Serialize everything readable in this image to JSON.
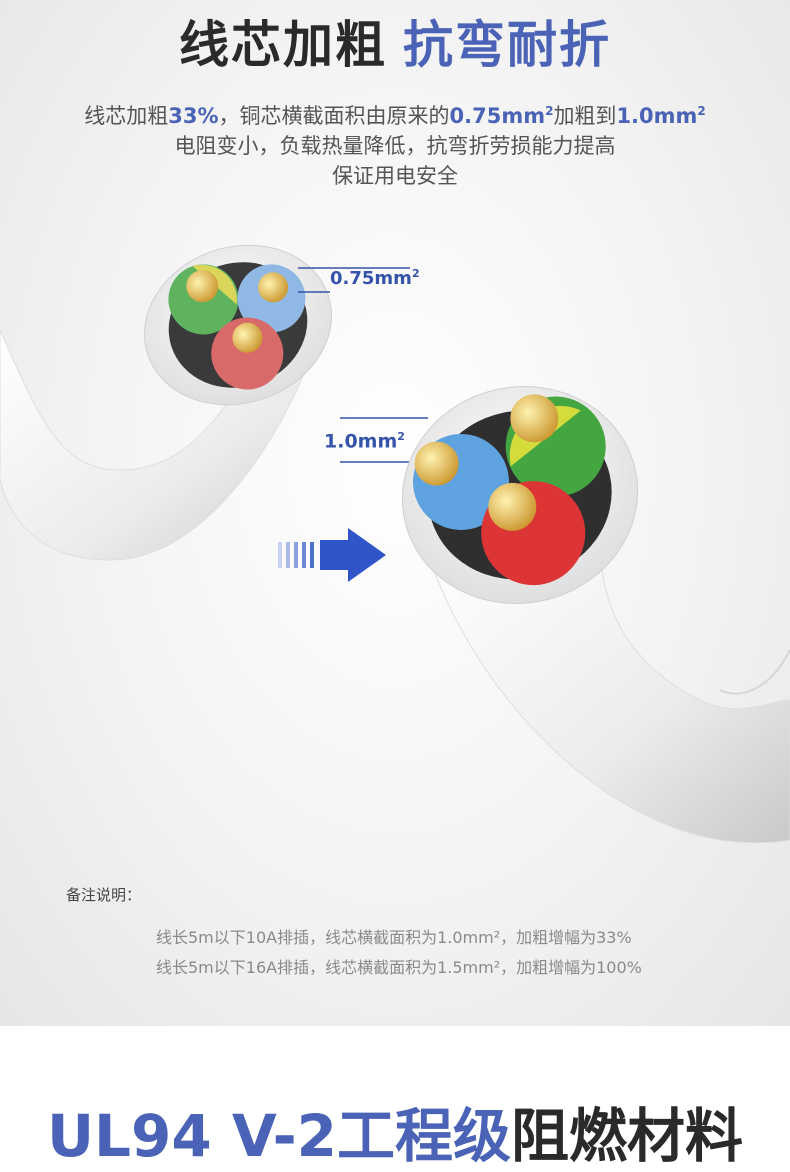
{
  "headline": {
    "part1": "线芯加粗",
    "part2": "抗弯耐折"
  },
  "description": {
    "l1_a": "线芯加粗",
    "l1_b": "33%",
    "l1_c": "，铜芯横截面积由原来的",
    "l1_d": "0.75mm",
    "l1_e": "2",
    "l1_f": "加粗到",
    "l1_g": "1.0mm",
    "l1_h": "2",
    "line2": "电阻变小，负载热量降低，抗弯折劳损能力提高",
    "line3": "保证用电安全"
  },
  "labels": {
    "small_val": "0.75mm",
    "small_sup": "2",
    "big_val": "1.0mm",
    "big_sup": "2"
  },
  "notes": {
    "title": "备注说明：",
    "line1": "线长5m以下10A排插，线芯横截面积为1.0mm²，加粗增幅为33%",
    "line2": "线长5m以下16A排插，线芯横截面积为1.5mm²，加粗增幅为100%"
  },
  "footer": {
    "blue": "UL94 V-2工程级",
    "dark": "阻燃材料"
  },
  "colors": {
    "accent": "#4a63b6",
    "wire_green": "#4caf50",
    "wire_yellow": "#d8d84a",
    "wire_blue": "#5aa0dd",
    "wire_red": "#d84040",
    "copper": "#e8c050"
  }
}
